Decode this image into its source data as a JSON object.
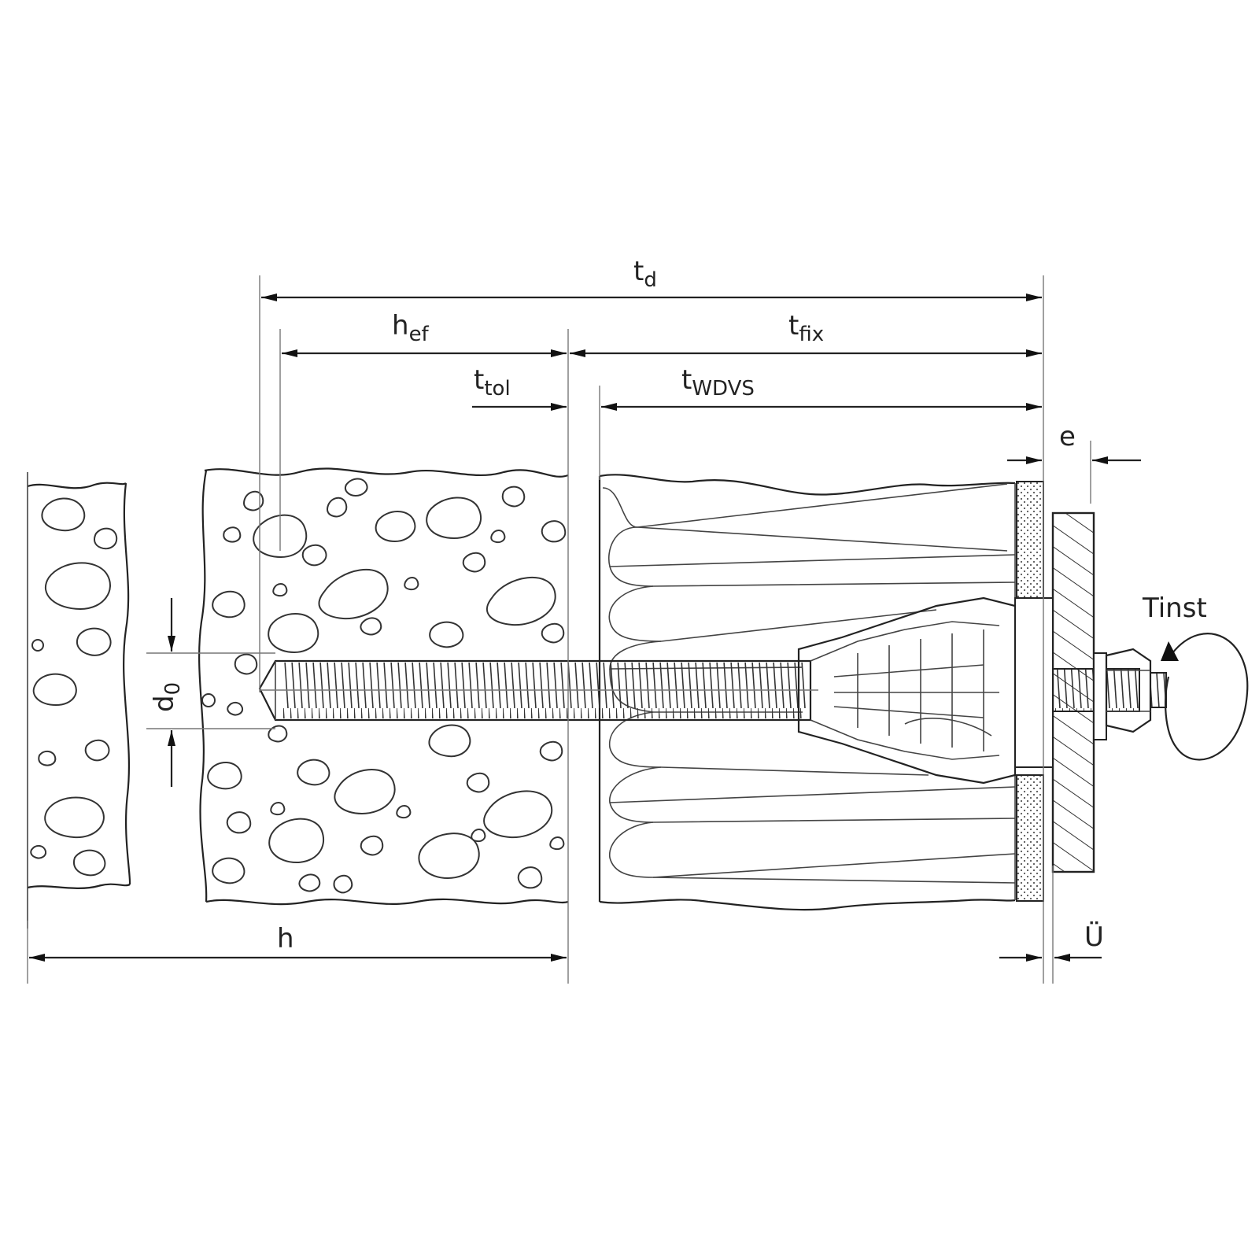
{
  "labels": {
    "td": {
      "main": "t",
      "sub": "d"
    },
    "hef": {
      "main": "h",
      "sub": "ef"
    },
    "tfix": {
      "main": "t",
      "sub": "fix"
    },
    "ttol": {
      "main": "t",
      "sub": "tol"
    },
    "twdvs": {
      "main": "t",
      "sub": "WDVS"
    },
    "e": {
      "main": "e"
    },
    "tinst": {
      "main": "T",
      "sub": "inst"
    },
    "d0": {
      "main": "d",
      "sub": "0"
    },
    "h": {
      "main": "h"
    },
    "ue": {
      "main": "Ü"
    }
  },
  "colors": {
    "line": "#222222",
    "background": "#ffffff"
  }
}
